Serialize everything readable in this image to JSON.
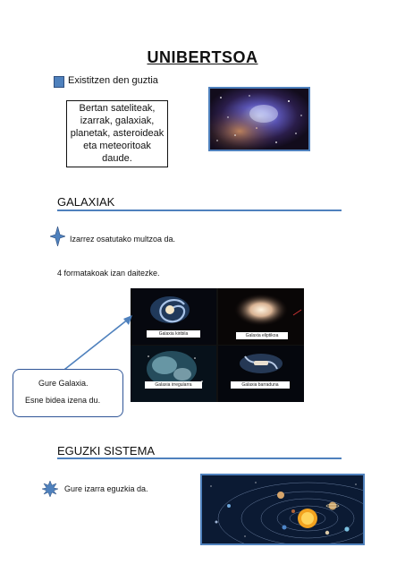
{
  "title": "UNIBERTSOA",
  "intro": {
    "bullet": "Existitzen den guztia",
    "box_lines": [
      "Bertan sateliteak,",
      "izarrak, galaxiak,",
      "planetak, asteroideak",
      "eta meteoritoak",
      "daude."
    ]
  },
  "galaxies": {
    "heading": "GALAXIAK",
    "definition": "Izarrez osatutako multzoa da.",
    "forms_text": "4 formatakoak izan daitezke.",
    "types": [
      "Galaxia kiribila",
      "Galaxia eliptikoa",
      "Galaxia irregularra",
      "Galaxia barraduna"
    ],
    "callout": {
      "line1": "Gure Galaxia.",
      "line2": "Esne bidea izena du."
    }
  },
  "solar_system": {
    "heading": "EGUZKI SISTEMA",
    "text": "Gure izarra eguzkia da."
  },
  "colors": {
    "accent": "#4f81bd",
    "callout_border": "#2f5597"
  }
}
